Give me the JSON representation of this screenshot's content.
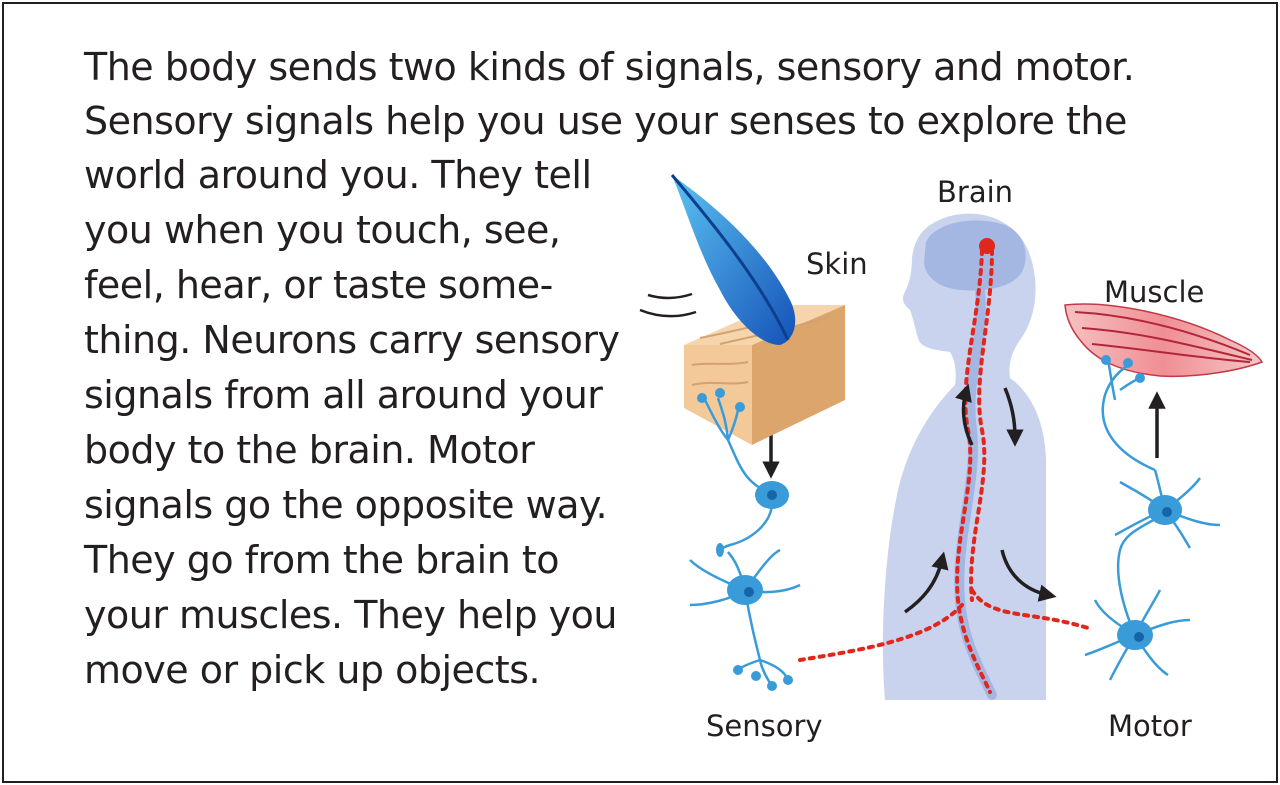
{
  "intro_lines": [
    "The body sends two kinds of signals, sensory and motor.",
    "Sensory signals help you use your senses to explore the"
  ],
  "body_lines": [
    "world around you. They tell",
    "you when you touch, see,",
    "feel, hear, or taste some-",
    "thing. Neurons carry sensory",
    "signals from all around your",
    "body to the brain. Motor",
    "signals go the opposite way.",
    "They go from the brain to",
    "your muscles. They help you",
    "move or pick up objects."
  ],
  "labels": {
    "brain": "Brain",
    "skin": "Skin",
    "muscle": "Muscle",
    "sensory": "Sensory",
    "motor": "Motor"
  },
  "colors": {
    "text": "#231f20",
    "neuron": "#3a9bd9",
    "neuron_nucleus": "#1565a8",
    "body_silhouette": "#c9d3ee",
    "brain": "#a4b6e2",
    "signal_path": "#e1261c",
    "skin_block": "#f3c99a",
    "muscle": "#f0a0a2",
    "feather": "#1f6fd1"
  }
}
